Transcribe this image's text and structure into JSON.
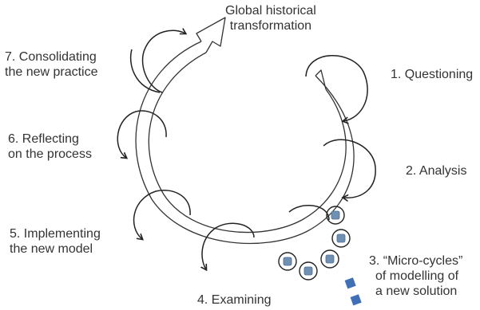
{
  "labels": {
    "top": [
      "Global historical",
      "transformation"
    ],
    "step1": [
      "1. Questioning"
    ],
    "step2": [
      "2. Analysis"
    ],
    "step3": [
      "3. “Micro-cycles”",
      "of modelling of",
      "a new solution"
    ],
    "step4": [
      "4. Examining"
    ],
    "step5": [
      "5. Implementing",
      "the new model"
    ],
    "step6": [
      "6. Reflecting",
      "on the process"
    ],
    "step7": [
      "7. Consolidating",
      "the new practice"
    ]
  },
  "colors": {
    "ink": "#222222",
    "text": "#333333",
    "gear": "#6f8fb3",
    "square": "#3f6fb5"
  },
  "icons": {
    "microcycle_node": "gear-icon",
    "marker": "square-icon"
  }
}
